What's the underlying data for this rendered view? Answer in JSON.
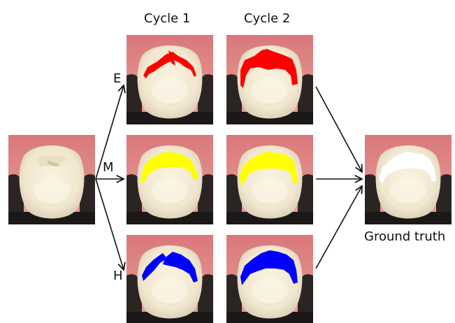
{
  "headers": {
    "cycle1": "Cycle 1",
    "cycle2": "Cycle 2"
  },
  "row_labels": {
    "e": "E",
    "m": "M",
    "h": "H"
  },
  "ground_truth_label": "Ground truth",
  "colors": {
    "E": "#ff0000",
    "M": "#ffff00",
    "H": "#0000ff",
    "ground_truth": "#ffffff",
    "arrow": "#111111"
  }
}
